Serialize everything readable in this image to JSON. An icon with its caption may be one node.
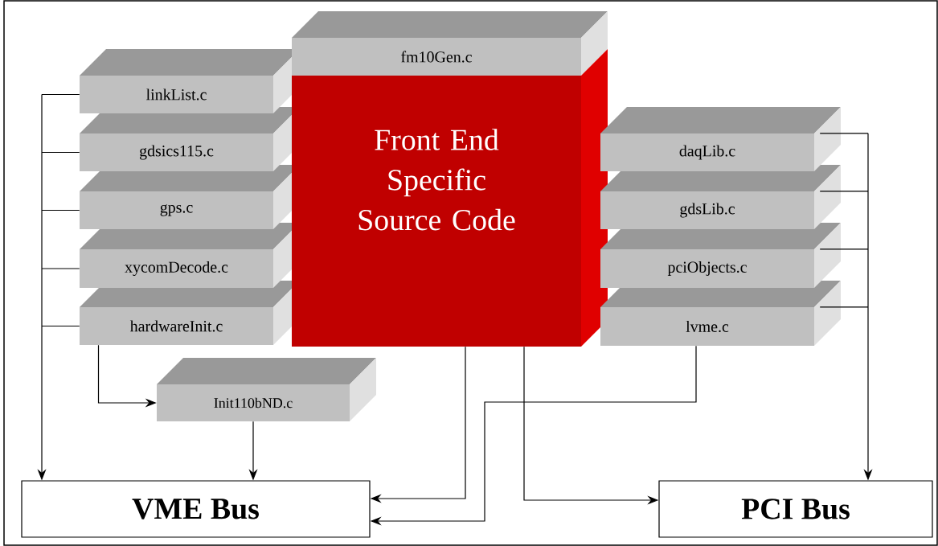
{
  "diagram": {
    "nodes": [
      {
        "text": [
          "fm10Gen.c"
        ]
      },
      {
        "text": [
          "Front End Specific Source Code"
        ]
      },
      {
        "text": [
          "linkList.c"
        ]
      },
      {
        "text": [
          "gdsics115.c"
        ]
      },
      {
        "text": [
          "gps.c"
        ]
      },
      {
        "text": [
          "xycomDecode.c"
        ]
      },
      {
        "text": [
          "hardwareInit.c"
        ]
      },
      {
        "text": [
          "daqLib.c"
        ]
      },
      {
        "text": [
          "gdsLib.c"
        ]
      },
      {
        "text": [
          "pciObjects.c"
        ]
      },
      {
        "text": [
          "lvme.c"
        ]
      },
      {
        "text": [
          "Init110bND.c"
        ]
      },
      {
        "text": [
          "VME Bus"
        ]
      },
      {
        "text": [
          "PCI Bus"
        ]
      }
    ],
    "edges": [
      {
        "from": 2,
        "to": 12,
        "arrow": "to"
      },
      {
        "from": 3,
        "to": 12,
        "arrow": "to"
      },
      {
        "from": 4,
        "to": 12,
        "arrow": "to"
      },
      {
        "from": 5,
        "to": 12,
        "arrow": "to"
      },
      {
        "from": 6,
        "to": 12,
        "arrow": "to"
      },
      {
        "from": 6,
        "to": 11,
        "arrow": "to"
      },
      {
        "from": 11,
        "to": 12,
        "arrow": "to"
      },
      {
        "from": 1,
        "to": 12,
        "arrow": "to"
      },
      {
        "from": 10,
        "to": 12,
        "arrow": "to"
      },
      {
        "from": 1,
        "to": 13,
        "arrow": "to"
      },
      {
        "from": 7,
        "to": 13,
        "arrow": "to"
      },
      {
        "from": 8,
        "to": 13,
        "arrow": "to"
      },
      {
        "from": 9,
        "to": 13,
        "arrow": "to"
      },
      {
        "from": 10,
        "to": 13,
        "arrow": "to"
      }
    ]
  }
}
